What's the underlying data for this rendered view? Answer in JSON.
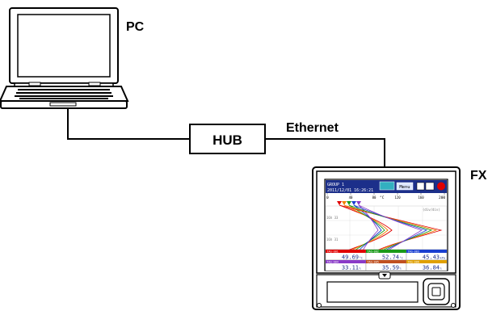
{
  "labels": {
    "pc": "PC",
    "hub": "HUB",
    "ethernet": "Ethernet",
    "fx": "FX"
  },
  "fx_screen": {
    "group": "GROUP 1",
    "datetime": "2011/12/01 16:26:21",
    "menu": "Menu",
    "unit": "°C",
    "scale": [
      "0",
      "40",
      "80",
      "120",
      "160",
      "200"
    ],
    "scale_left": "0",
    "scale_right": "200",
    "trend_annotation": "(div/div)",
    "time_labels": [
      "16h 33",
      "16h 31"
    ],
    "cells": [
      {
        "tag": "TAG-001",
        "value": "49.69",
        "unit": "°C",
        "color": "#e00000"
      },
      {
        "tag": "TAG-002",
        "value": "52.74",
        "unit": "°C",
        "color": "#1a9a1a"
      },
      {
        "tag": "TAG-003",
        "value": "45.43",
        "unit": "kPa",
        "color": "#1a3fd0"
      },
      {
        "tag": "TAG-004",
        "value": "33.11",
        "unit": "%",
        "color": "#8a3ac8"
      },
      {
        "tag": "TAG-005",
        "value": "35.59",
        "unit": "%",
        "color": "#c05020"
      },
      {
        "tag": "TAG-006",
        "value": "36.84",
        "unit": "%",
        "color": "#e0a000"
      }
    ]
  },
  "colors": {
    "screen_header": "#1c2f8a",
    "trend_red": "#e00000",
    "trend_orange": "#f08000",
    "trend_green": "#1a9a1a",
    "trend_blue": "#1a3fd0",
    "trend_purple": "#8a3ac8"
  }
}
